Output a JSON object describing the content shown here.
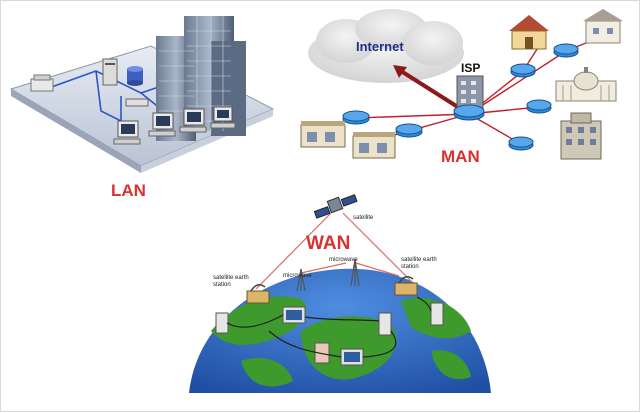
{
  "sections": {
    "lan": {
      "label": "LAN"
    },
    "man": {
      "label": "MAN",
      "internet_label": "Internet",
      "isp_label": "ISP"
    },
    "wan": {
      "label": "WAN",
      "annotations": {
        "satellite": "satellite",
        "microwave_top": "microwave",
        "microwave_left": "microwave",
        "earth_station_left": "satellite earth station",
        "earth_station_right": "satellite earth station"
      }
    }
  },
  "colors": {
    "label_red": "#d8322f",
    "internet_blue": "#1d2f86",
    "router_blue": "#2f8ad8",
    "link_red": "#c0202a",
    "ocean_blue": "#2f6fc9",
    "land_green": "#3e9a2c"
  }
}
